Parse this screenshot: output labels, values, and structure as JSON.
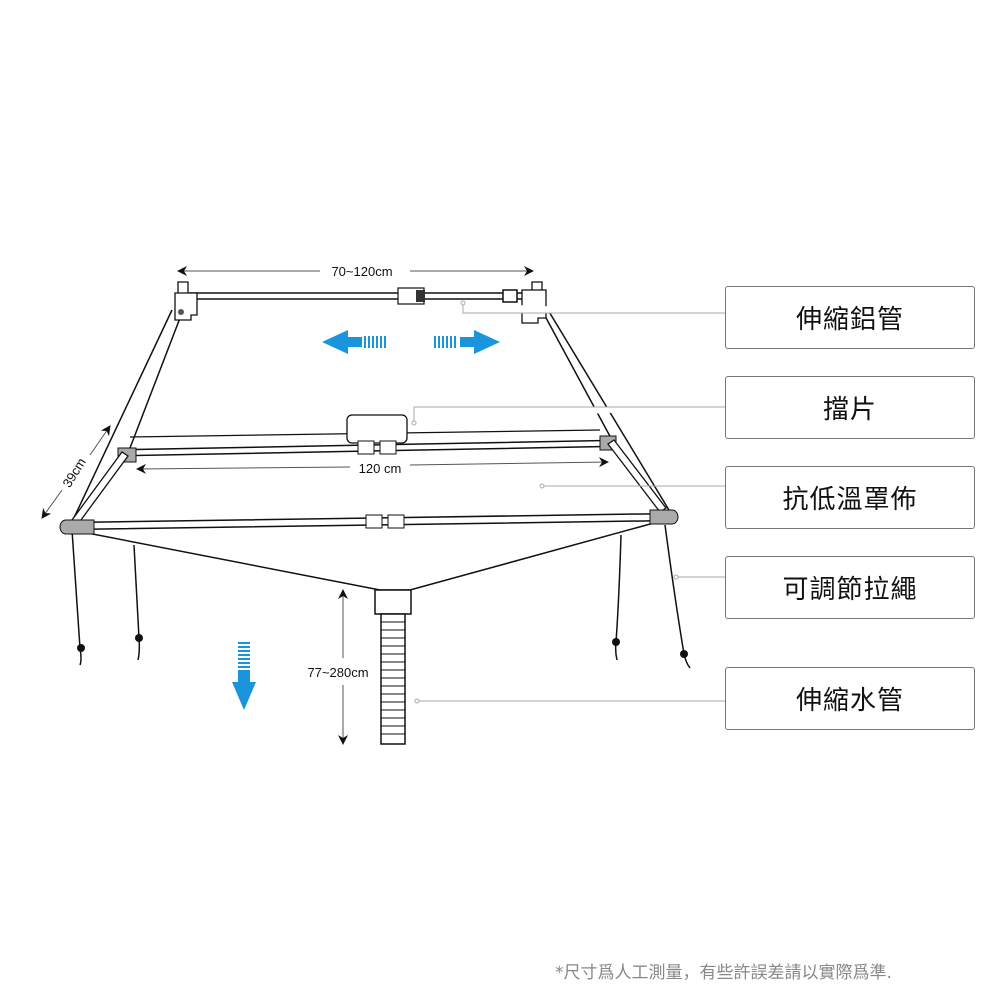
{
  "dimensions": {
    "top_width": "70~120cm",
    "front_width": "120 cm",
    "depth": "39cm",
    "hose_length": "77~280cm"
  },
  "labels": [
    {
      "text": "伸縮鋁管"
    },
    {
      "text": "擋片"
    },
    {
      "text": "抗低溫罩佈"
    },
    {
      "text": "可調節拉繩"
    },
    {
      "text": "伸縮水管"
    }
  ],
  "footnote": "*尺寸爲人工測量，有些許誤差請以實際爲準.",
  "colors": {
    "arrow": "#1a95dd",
    "line": "#111111",
    "leader": "#999999"
  }
}
